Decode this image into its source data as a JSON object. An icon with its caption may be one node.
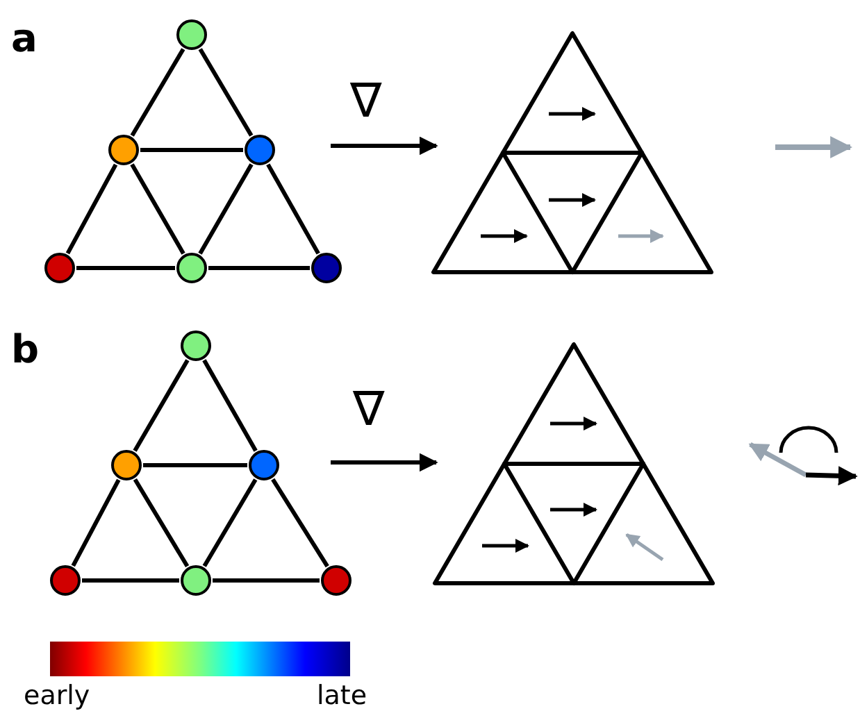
{
  "diagram": {
    "nodes": [
      {
        "text": [],
        "shape": "circle"
      },
      {
        "text": [],
        "shape": "circle"
      },
      {
        "text": [],
        "shape": "circle"
      },
      {
        "text": [],
        "shape": "circle"
      },
      {
        "text": [],
        "shape": "circle"
      },
      {
        "text": [],
        "shape": "circle"
      },
      {
        "text": [],
        "shape": "circle"
      },
      {
        "text": [],
        "shape": "circle"
      },
      {
        "text": [],
        "shape": "circle"
      },
      {
        "text": [],
        "shape": "circle"
      },
      {
        "text": [],
        "shape": "circle"
      },
      {
        "text": [],
        "shape": "circle"
      }
    ],
    "edges": [
      {
        "from": 0,
        "to": 1,
        "arrow": "none"
      },
      {
        "from": 0,
        "to": 2,
        "arrow": "none"
      },
      {
        "from": 1,
        "to": 2,
        "arrow": "none"
      },
      {
        "from": 1,
        "to": 3,
        "arrow": "none"
      },
      {
        "from": 1,
        "to": 4,
        "arrow": "none"
      },
      {
        "from": 2,
        "to": 4,
        "arrow": "none"
      },
      {
        "from": 2,
        "to": 5,
        "arrow": "none"
      },
      {
        "from": 3,
        "to": 4,
        "arrow": "none"
      },
      {
        "from": 4,
        "to": 5,
        "arrow": "none"
      },
      {
        "from": 6,
        "to": 7,
        "arrow": "none"
      },
      {
        "from": 6,
        "to": 8,
        "arrow": "none"
      },
      {
        "from": 7,
        "to": 8,
        "arrow": "none"
      },
      {
        "from": 7,
        "to": 9,
        "arrow": "none"
      },
      {
        "from": 7,
        "to": 10,
        "arrow": "none"
      },
      {
        "from": 8,
        "to": 10,
        "arrow": "none"
      },
      {
        "from": 8,
        "to": 11,
        "arrow": "none"
      },
      {
        "from": 9,
        "to": 10,
        "arrow": "none"
      },
      {
        "from": 10,
        "to": 11,
        "arrow": "none"
      }
    ],
    "labels": [
      "a",
      "∇",
      "b",
      "∇",
      "early",
      "late"
    ]
  }
}
